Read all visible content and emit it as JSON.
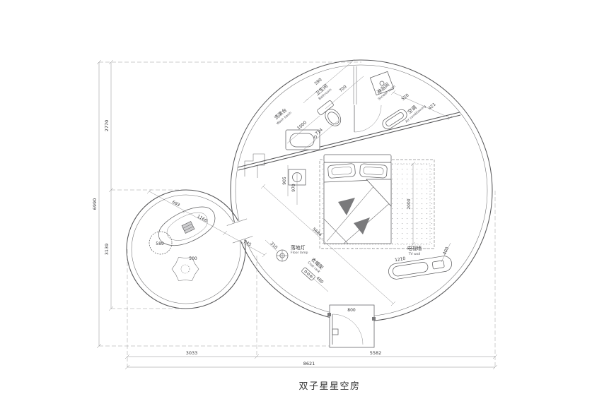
{
  "title": "双子星星空房",
  "rooms": {
    "washbasin": {
      "cn": "洗漱台",
      "en": "Wash basin"
    },
    "bathroom": {
      "cn": "卫生间",
      "en": "Bathroom"
    },
    "shower": {
      "cn": "淋浴间",
      "en": "Shower room"
    },
    "ac": {
      "cn": "空调",
      "en": "Air conditioning"
    },
    "floor_lamp": {
      "cn": "落地灯",
      "en": "Floor lamp"
    },
    "coat_rack": {
      "cn": "衣帽架",
      "en": "Coat rack"
    },
    "tv_wall": {
      "cn": "电视墙",
      "en": "TV wall"
    }
  },
  "dims": {
    "590": "590",
    "700": "700",
    "1000": "1000",
    "714": "714",
    "520": "520",
    "421": "421",
    "905": "905",
    "970": "970",
    "2000": "2000",
    "5684": "5684",
    "745": "745",
    "693": "693",
    "1166": "1166",
    "310": "310",
    "460": "460",
    "1210": "1210",
    "400": "400",
    "800": "800",
    "589": "589",
    "500": "500",
    "2770": "2770",
    "3139": "3139",
    "6990": "6990",
    "3033": "3033",
    "5582": "5582",
    "8621": "8621"
  },
  "colors": {
    "line": "#58585a",
    "text": "#3b3b3d",
    "background": "#ffffff"
  }
}
